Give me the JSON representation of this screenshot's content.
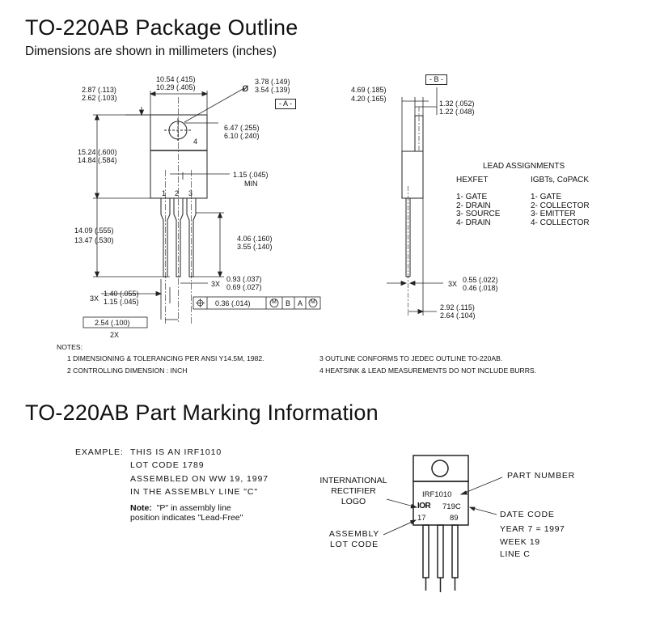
{
  "outline": {
    "title": "TO-220AB Package Outline",
    "subtitle": "Dimensions are shown in millimeters (inches)"
  },
  "front_view": {
    "width_top": "10.54 (.415)",
    "width_bottom": "10.29 (.405)",
    "hole_dia_top": "3.78 (.149)",
    "hole_dia_bottom": "3.54 (.139)",
    "datum_a": "- A -",
    "tab_height_top": "2.87 (.113)",
    "tab_height_bottom": "2.62 (.103)",
    "hole_to_body_top": "6.47 (.255)",
    "hole_to_body_bottom": "6.10 (.240)",
    "body_height_top": "15.24 (.600)",
    "body_height_bottom": "14.84 (.584)",
    "pin_label_4": "4",
    "lead_min": "1.15 (.045)",
    "lead_min_label": "MIN",
    "pins": [
      "1",
      "2",
      "3"
    ],
    "lead_length_top": "14.09 (.555)",
    "lead_length_bottom": "13.47 (.530)",
    "lead_bend_top": "4.06 (.160)",
    "lead_bend_bottom": "3.55 (.140)",
    "lead_width_count": "3X",
    "lead_width_top": "0.93 (.037)",
    "lead_width_bottom": "0.69 (.027)",
    "shoulder_count": "3X",
    "shoulder_top": "1.40 (.055)",
    "shoulder_bottom": "1.15 (.045)",
    "tolerance_value": "0.36 (.014)",
    "tolerance_refs": [
      "M",
      "B",
      "A",
      "M"
    ],
    "pitch": "2.54 (.100)",
    "pitch_count": "2X"
  },
  "side_view": {
    "datum_b": "- B -",
    "thickness_top": "4.69 (.185)",
    "thickness_bottom": "4.20 (.165)",
    "tab_thick_top": "1.32 (.052)",
    "tab_thick_bottom": "1.22 (.048)",
    "lead_thick_count": "3X",
    "lead_thick_top": "0.55 (.022)",
    "lead_thick_bottom": "0.46 (.018)",
    "lead_offset_top": "2.92 (.115)",
    "lead_offset_bottom": "2.64 (.104)"
  },
  "lead_assignments": {
    "title": "LEAD ASSIGNMENTS",
    "hexfet_header": "HEXFET",
    "igbt_header": "IGBTs, CoPACK",
    "hexfet": [
      "1- GATE",
      "2- DRAIN",
      "3- SOURCE",
      "4- DRAIN"
    ],
    "igbt": [
      "1- GATE",
      "2- COLLECTOR",
      "3- EMITTER",
      "4- COLLECTOR"
    ]
  },
  "notes": {
    "title": "NOTES:",
    "items": [
      "1  DIMENSIONING & TOLERANCING PER ANSI Y14.5M, 1982.",
      "2  CONTROLLING DIMENSION : INCH",
      "3  OUTLINE CONFORMS TO JEDEC OUTLINE TO-220AB.",
      "4  HEATSINK & LEAD MEASUREMENTS DO NOT INCLUDE BURRS."
    ]
  },
  "marking": {
    "title": "TO-220AB Part Marking Information",
    "example_label": "EXAMPLE:",
    "example_lines": [
      "THIS IS AN IRF1010",
      "LOT CODE 1789",
      "ASSEMBLED ON WW 19, 1997",
      "IN THE ASSEMBLY LINE \"C\""
    ],
    "note_label": "Note:",
    "note_text": "\"P\" in assembly line",
    "note_text2": "position indicates \"Lead-Free\"",
    "international_rectifier_logo": [
      "INTERNATIONAL",
      "RECTIFIER",
      "LOGO"
    ],
    "assembly_lot_code": [
      "ASSEMBLY",
      "LOT CODE"
    ],
    "part_number_label": "PART NUMBER",
    "date_code_label": "DATE CODE",
    "date_code_lines": [
      "YEAR 7 =  1997",
      "WEEK 19",
      "LINE C"
    ],
    "pkg_part": "IRF1010",
    "pkg_logo": "IOR",
    "pkg_code": "719C",
    "pkg_lot_left": "17",
    "pkg_lot_right": "89"
  }
}
